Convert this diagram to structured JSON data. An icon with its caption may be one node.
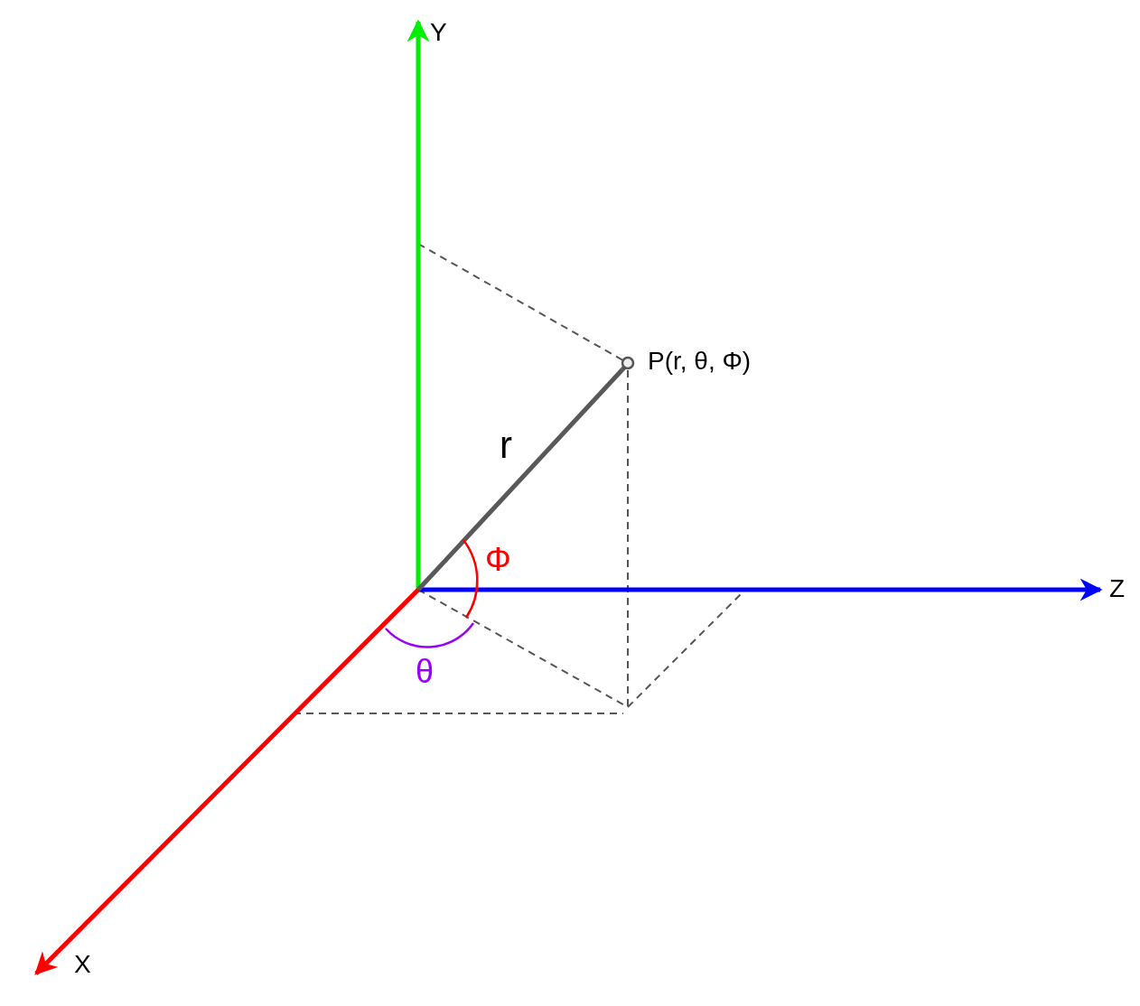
{
  "diagram": {
    "labels": [
      "Y",
      "P(r, θ, Φ)",
      "r",
      "Φ",
      "Z",
      "θ",
      "X"
    ]
  }
}
